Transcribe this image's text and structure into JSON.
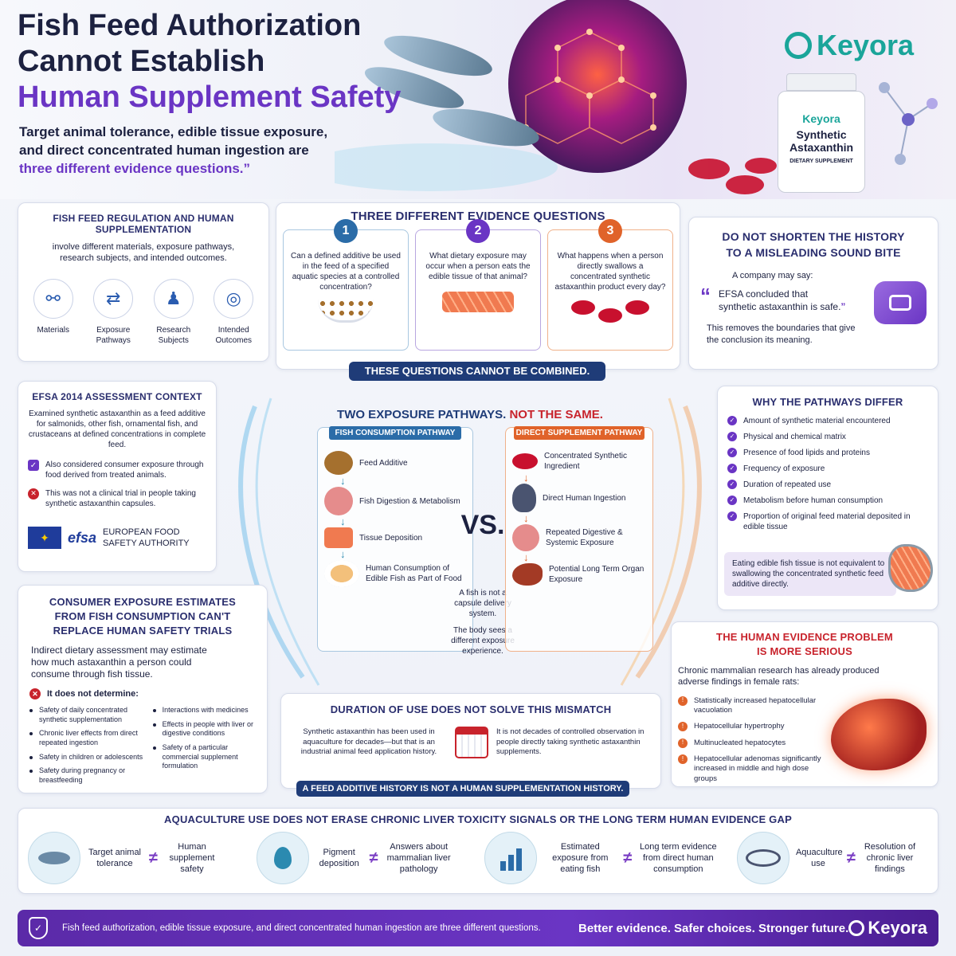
{
  "header": {
    "title_line1": "Fish Feed Authorization",
    "title_line2": "Cannot Establish",
    "title_line3": "Human Supplement Safety",
    "subtitle_line1": "Target animal tolerance, edible tissue exposure,",
    "subtitle_line2": "and direct concentrated human ingestion are",
    "subtitle_line3": "three different evidence questions.”",
    "brand": "Keyora",
    "bottle_brand": "Keyora",
    "bottle_line1": "Synthetic",
    "bottle_line2": "Astaxanthin",
    "bottle_line3": "DIETARY SUPPLEMENT"
  },
  "regulation": {
    "title": "FISH FEED REGULATION AND HUMAN SUPPLEMENTATION",
    "text": "involve different materials, exposure pathways, research subjects, and intended outcomes.",
    "icons": [
      {
        "label": "Materials"
      },
      {
        "label": "Exposure Pathways"
      },
      {
        "label": "Research Subjects"
      },
      {
        "label": "Intended Outcomes"
      }
    ]
  },
  "three_questions": {
    "title": "THREE DIFFERENT EVIDENCE QUESTIONS",
    "items": [
      {
        "num": "1",
        "text": "Can a defined additive be used in the feed of a specified aquatic species at a controlled concentration?"
      },
      {
        "num": "2",
        "text": "What dietary exposure may occur when a person eats the edible tissue of that animal?"
      },
      {
        "num": "3",
        "text": "What happens when a person directly swallows a concentrated synthetic astaxanthin product every day?"
      }
    ],
    "banner": "THESE QUESTIONS CANNOT BE COMBINED."
  },
  "history": {
    "title_line1": "DO NOT SHORTEN THE HISTORY",
    "title_line2": "TO A MISLEADING SOUND BITE",
    "intro": "A company may say:",
    "quote_line1": "EFSA concluded that",
    "quote_line2": "synthetic astaxanthin is safe.",
    "open_quote": "“",
    "close_quote": "”",
    "note": "This removes the boundaries that give the conclusion its meaning."
  },
  "efsa": {
    "title": "EFSA 2014 ASSESSMENT CONTEXT",
    "text": "Examined synthetic astaxanthin as a feed additive for salmonids, other fish, ornamental fish, and crustaceans at defined concentrations in complete feed.",
    "point_yes": "Also considered consumer exposure through food derived from treated animals.",
    "point_no": "This was not a clinical trial in people taking synthetic astaxanthin capsules.",
    "logo_text": "efsa",
    "org_line1": "EUROPEAN FOOD",
    "org_line2": "SAFETY AUTHORITY"
  },
  "pathways": {
    "title_a": "TWO EXPOSURE PATHWAYS.",
    "title_b": "NOT THE SAME.",
    "left_title": "FISH CONSUMPTION PATHWAY",
    "right_title": "DIRECT SUPPLEMENT PATHWAY",
    "left_steps": [
      "Feed Additive",
      "Fish Digestion & Metabolism",
      "Tissue Deposition",
      "Human Consumption of Edible Fish as Part of Food"
    ],
    "right_steps": [
      "Concentrated Synthetic Ingredient",
      "Direct Human Ingestion",
      "Repeated Digestive & Systemic Exposure",
      "Potential Long Term Organ Exposure"
    ],
    "vs": "VS.",
    "note1": "A fish is not a capsule delivery system.",
    "note2": "The body sees a different exposure experience."
  },
  "why": {
    "title": "WHY THE PATHWAYS DIFFER",
    "items": [
      "Amount of synthetic material encountered",
      "Physical and chemical matrix",
      "Presence of food lipids and proteins",
      "Frequency of exposure",
      "Duration of repeated use",
      "Metabolism before human consumption",
      "Proportion of original feed material deposited in edible tissue"
    ],
    "note": "Eating edible fish tissue is not equivalent to swallowing the concentrated synthetic feed additive directly."
  },
  "consumer": {
    "title_line1": "CONSUMER EXPOSURE ESTIMATES",
    "title_line2": "FROM FISH CONSUMPTION CAN'T",
    "title_line3": "REPLACE HUMAN SAFETY TRIALS",
    "text": "Indirect dietary assessment may estimate how much astaxanthin a person could consume through fish tissue.",
    "not_determine": "It does not determine:",
    "left": [
      "Safety of daily concentrated synthetic supplementation",
      "Chronic liver effects from direct repeated ingestion",
      "Safety in children or adolescents",
      "Safety during pregnancy or breastfeeding"
    ],
    "right": [
      "Interactions with medicines",
      "Effects in people with liver or digestive conditions",
      "Safety of a particular commercial supplement formulation"
    ]
  },
  "duration": {
    "title": "DURATION OF USE DOES NOT SOLVE THIS MISMATCH",
    "left": "Synthetic astaxanthin has been used in aquaculture for decades—but that is an industrial animal feed application history.",
    "right": "It is not decades of controlled observation in people directly taking synthetic astaxanthin supplements.",
    "banner": "A FEED ADDITIVE HISTORY IS NOT A HUMAN SUPPLEMENTATION HISTORY."
  },
  "human": {
    "title_line1": "THE HUMAN EVIDENCE PROBLEM",
    "title_line2": "IS MORE SERIOUS",
    "text": "Chronic mammalian research has already produced adverse findings in female rats:",
    "items": [
      "Statistically increased hepatocellular vacuolation",
      "Hepatocellular hypertrophy",
      "Multinucleated hepatocytes",
      "Hepatocellular adenomas significantly increased in middle and high dose groups"
    ]
  },
  "aquaculture": {
    "title": "AQUACULTURE USE DOES NOT ERASE CHRONIC LIVER TOXICITY SIGNALS OR THE LONG TERM HUMAN EVIDENCE GAP",
    "neq": "≠",
    "pairs": [
      {
        "a": "Target animal tolerance",
        "b": "Human supplement safety"
      },
      {
        "a": "Pigment deposition",
        "b": "Answers about mammalian liver pathology"
      },
      {
        "a": "Estimated exposure from eating fish",
        "b": "Long term evidence from direct human consumption"
      },
      {
        "a": "Aquaculture use",
        "b": "Resolution of chronic liver findings"
      }
    ]
  },
  "footer": {
    "text": "Fish feed authorization, edible tissue exposure, and direct concentrated human ingestion are three different questions.",
    "slogan": "Better evidence. Safer choices. Stronger future.",
    "brand": "Keyora"
  },
  "colors": {
    "purple": "#6a35c4",
    "navy": "#1c2140",
    "teal": "#1aa59a",
    "orange": "#e0632a",
    "red": "#c8232c"
  }
}
